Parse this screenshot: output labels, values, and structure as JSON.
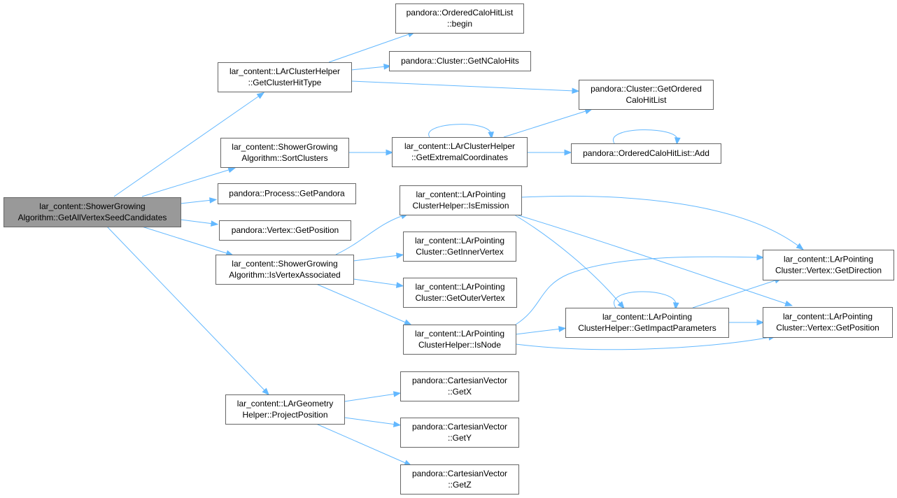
{
  "diagram": {
    "type": "call-graph",
    "colors": {
      "edge": "#63b8ff",
      "node_border": "#666666",
      "node_fill": "#ffffff",
      "root_fill": "#999999",
      "text": "#000000"
    },
    "nodes": [
      {
        "id": "root",
        "lines": [
          "lar_content::ShowerGrowing",
          "Algorithm::GetAllVertexSeedCandidates"
        ],
        "root": true
      },
      {
        "id": "getClusterHitType",
        "lines": [
          "lar_content::LArClusterHelper",
          "::GetClusterHitType"
        ]
      },
      {
        "id": "sortClusters",
        "lines": [
          "lar_content::ShowerGrowing",
          "Algorithm::SortClusters"
        ]
      },
      {
        "id": "getPandora",
        "lines": [
          "pandora::Process::GetPandora"
        ]
      },
      {
        "id": "vertexGetPosition",
        "lines": [
          "pandora::Vertex::GetPosition"
        ]
      },
      {
        "id": "isVertexAssociated",
        "lines": [
          "lar_content::ShowerGrowing",
          "Algorithm::IsVertexAssociated"
        ]
      },
      {
        "id": "projectPosition",
        "lines": [
          "lar_content::LArGeometry",
          "Helper::ProjectPosition"
        ]
      },
      {
        "id": "begin",
        "lines": [
          "pandora::OrderedCaloHitList",
          "::begin"
        ]
      },
      {
        "id": "getNCaloHits",
        "lines": [
          "pandora::Cluster::GetNCaloHits"
        ]
      },
      {
        "id": "getOrderedCaloHitList",
        "lines": [
          "pandora::Cluster::GetOrdered",
          "CaloHitList"
        ]
      },
      {
        "id": "getExtremalCoordinates",
        "lines": [
          "lar_content::LArClusterHelper",
          "::GetExtremalCoordinates"
        ]
      },
      {
        "id": "add",
        "lines": [
          "pandora::OrderedCaloHitList::Add"
        ]
      },
      {
        "id": "isEmission",
        "lines": [
          "lar_content::LArPointing",
          "ClusterHelper::IsEmission"
        ]
      },
      {
        "id": "getInnerVertex",
        "lines": [
          "lar_content::LArPointing",
          "Cluster::GetInnerVertex"
        ]
      },
      {
        "id": "getOuterVertex",
        "lines": [
          "lar_content::LArPointing",
          "Cluster::GetOuterVertex"
        ]
      },
      {
        "id": "isNode",
        "lines": [
          "lar_content::LArPointing",
          "ClusterHelper::IsNode"
        ]
      },
      {
        "id": "getImpactParameters",
        "lines": [
          "lar_content::LArPointing",
          "ClusterHelper::GetImpactParameters"
        ]
      },
      {
        "id": "pcVertexGetDirection",
        "lines": [
          "lar_content::LArPointing",
          "Cluster::Vertex::GetDirection"
        ]
      },
      {
        "id": "pcVertexGetPosition",
        "lines": [
          "lar_content::LArPointing",
          "Cluster::Vertex::GetPosition"
        ]
      },
      {
        "id": "getX",
        "lines": [
          "pandora::CartesianVector",
          "::GetX"
        ]
      },
      {
        "id": "getY",
        "lines": [
          "pandora::CartesianVector",
          "::GetY"
        ]
      },
      {
        "id": "getZ",
        "lines": [
          "pandora::CartesianVector",
          "::GetZ"
        ]
      }
    ],
    "edges": [
      {
        "from": "root",
        "to": "getClusterHitType"
      },
      {
        "from": "root",
        "to": "sortClusters"
      },
      {
        "from": "root",
        "to": "getPandora"
      },
      {
        "from": "root",
        "to": "vertexGetPosition"
      },
      {
        "from": "root",
        "to": "isVertexAssociated"
      },
      {
        "from": "root",
        "to": "projectPosition"
      },
      {
        "from": "getClusterHitType",
        "to": "begin"
      },
      {
        "from": "getClusterHitType",
        "to": "getNCaloHits"
      },
      {
        "from": "getClusterHitType",
        "to": "getOrderedCaloHitList"
      },
      {
        "from": "sortClusters",
        "to": "getExtremalCoordinates"
      },
      {
        "from": "getExtremalCoordinates",
        "to": "getExtremalCoordinates"
      },
      {
        "from": "getExtremalCoordinates",
        "to": "getOrderedCaloHitList"
      },
      {
        "from": "getExtremalCoordinates",
        "to": "add"
      },
      {
        "from": "add",
        "to": "add"
      },
      {
        "from": "isVertexAssociated",
        "to": "isEmission"
      },
      {
        "from": "isVertexAssociated",
        "to": "getInnerVertex"
      },
      {
        "from": "isVertexAssociated",
        "to": "getOuterVertex"
      },
      {
        "from": "isVertexAssociated",
        "to": "isNode"
      },
      {
        "from": "isEmission",
        "to": "pcVertexGetDirection"
      },
      {
        "from": "isEmission",
        "to": "getImpactParameters"
      },
      {
        "from": "isEmission",
        "to": "pcVertexGetPosition"
      },
      {
        "from": "isNode",
        "to": "pcVertexGetDirection"
      },
      {
        "from": "isNode",
        "to": "getImpactParameters"
      },
      {
        "from": "isNode",
        "to": "pcVertexGetPosition"
      },
      {
        "from": "getImpactParameters",
        "to": "getImpactParameters"
      },
      {
        "from": "getImpactParameters",
        "to": "pcVertexGetDirection"
      },
      {
        "from": "getImpactParameters",
        "to": "pcVertexGetPosition"
      },
      {
        "from": "projectPosition",
        "to": "getX"
      },
      {
        "from": "projectPosition",
        "to": "getY"
      },
      {
        "from": "projectPosition",
        "to": "getZ"
      }
    ]
  }
}
